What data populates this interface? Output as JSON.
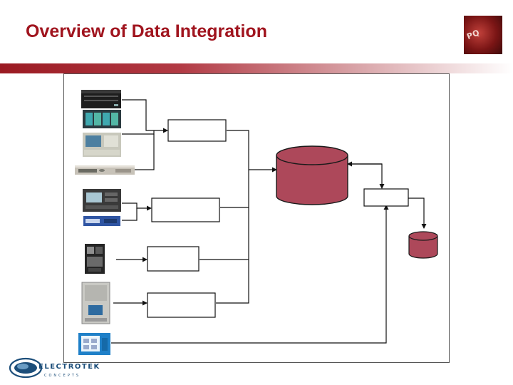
{
  "slide": {
    "title": "Overview of Data Integration"
  },
  "logo": {
    "brand_name": "ELECTROTEK",
    "brand_sub": "CONCEPTS",
    "top_logo_text": "PQ"
  },
  "colors": {
    "title": "#a0141e",
    "database_fill": "#ad485a",
    "database_stroke": "#1a1a1a",
    "line": "#111111"
  },
  "diagram": {
    "devices": [
      "rack-recorder-icon",
      "monitor-panel-icon",
      "desktop-computer-icon",
      "rack-analyzer-icon",
      "power-quality-meter-icon",
      "rack-module-icon",
      "relay-panel-icon",
      "cabinet-cpu-icon",
      "touchscreen-meter-icon"
    ],
    "boxes": [
      "server-box-1",
      "server-box-2",
      "server-box-3",
      "server-box-4",
      "integration-box"
    ],
    "databases": [
      "main-database",
      "secondary-database"
    ]
  }
}
